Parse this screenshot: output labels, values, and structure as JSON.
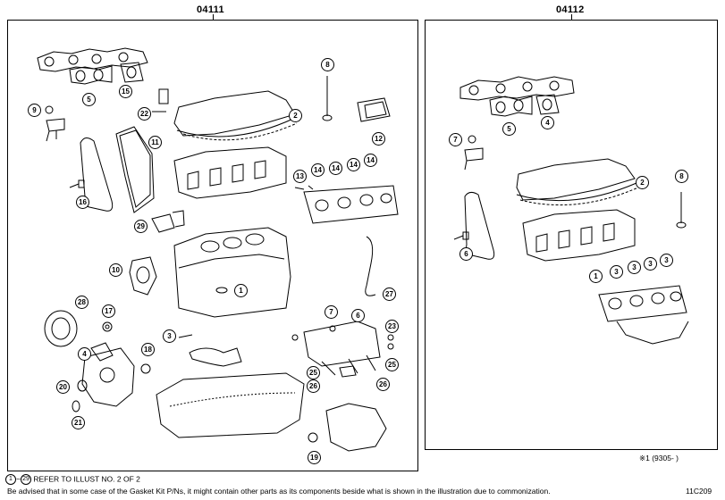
{
  "kits": [
    {
      "title": "04111"
    },
    {
      "title": "04112"
    }
  ],
  "footer": {
    "ref_first": "1",
    "ref_tilde": "~",
    "ref_last": "29",
    "ref_text": "REFER TO ILLUST NO. 2 OF 2",
    "note": "Be advised that in some case of the Gasket Kit P/Ns,  it might contain other parts as its components beside what is shown in the illustration due to commonization.",
    "code": "11C209",
    "mark": "※1  (9305-         )"
  },
  "callouts_left": [
    "2",
    "5",
    "15",
    "8",
    "9",
    "22",
    "12",
    "11",
    "13",
    "14",
    "14",
    "14",
    "14",
    "16",
    "29",
    "10",
    "1",
    "27",
    "28",
    "17",
    "3",
    "7",
    "6",
    "23",
    "4",
    "18",
    "25",
    "26",
    "25",
    "20",
    "26",
    "21",
    "19"
  ],
  "callouts_right": [
    "7",
    "5",
    "4",
    "2",
    "8",
    "6",
    "1",
    "3",
    "3",
    "3",
    "3"
  ]
}
